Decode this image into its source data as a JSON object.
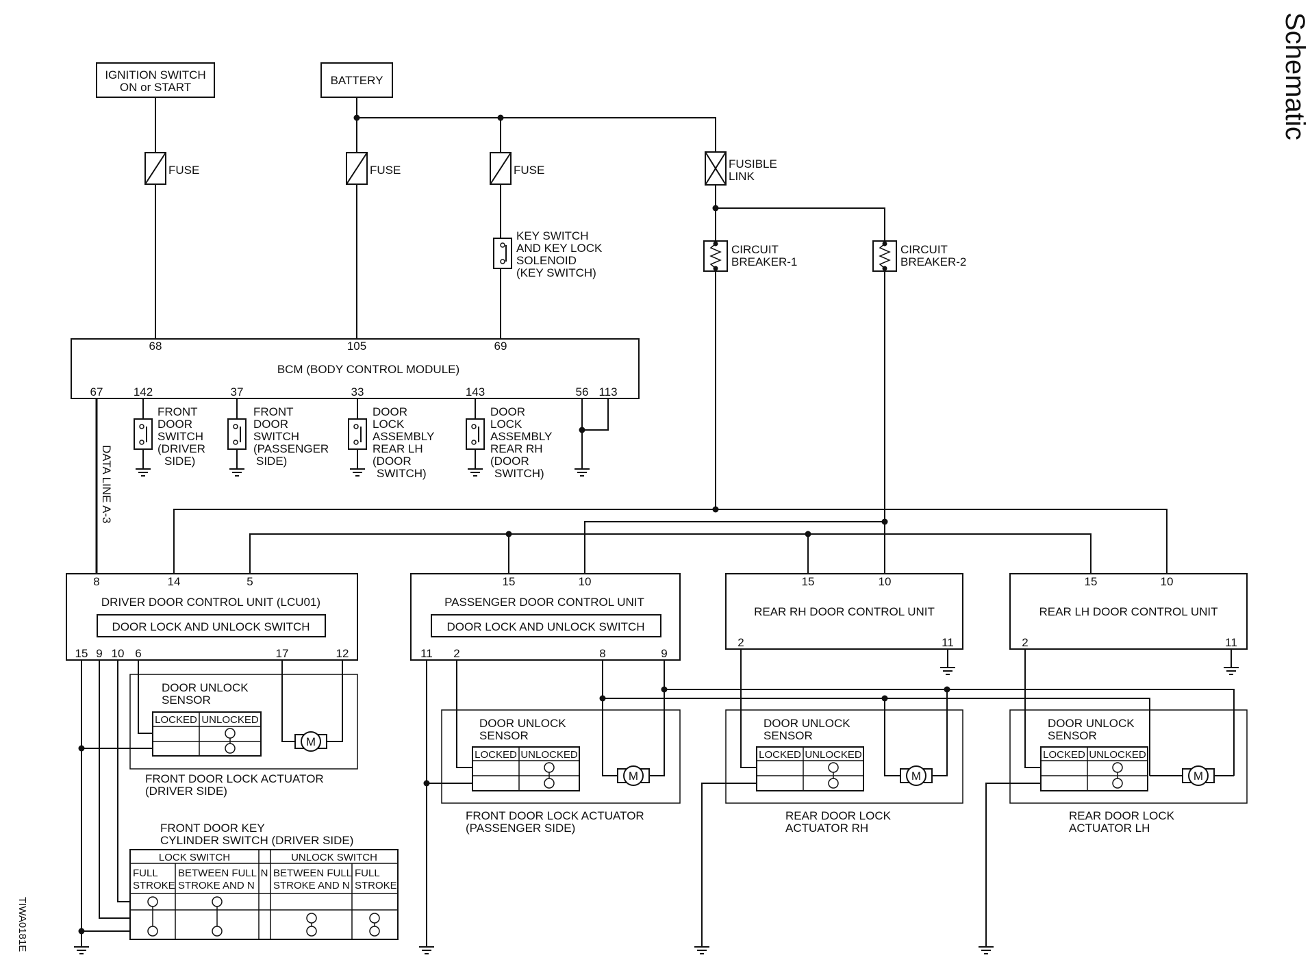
{
  "title": "Schematic",
  "figure_id": "TIWA0181E",
  "power": {
    "ignition_line1": "IGNITION SWITCH",
    "ignition_line2": "ON or START",
    "battery": "BATTERY"
  },
  "fuses": {
    "label": "FUSE",
    "fusible_link_1": "FUSIBLE",
    "fusible_link_2": "LINK"
  },
  "circuit_breakers": {
    "cb1_line1": "CIRCUIT",
    "cb1_line2": "BREAKER-1",
    "cb2_line1": "CIRCUIT",
    "cb2_line2": "BREAKER-2"
  },
  "key_switch": [
    "KEY SWITCH",
    "AND KEY LOCK",
    "SOLENOID",
    "(KEY SWITCH)"
  ],
  "bcm": {
    "name": "BCM (BODY CONTROL MODULE)",
    "pins_top": [
      "68",
      "105",
      "69"
    ],
    "pins_bottom": [
      "67",
      "142",
      "37",
      "33",
      "143",
      "56",
      "113"
    ]
  },
  "bcm_switches": {
    "driver": [
      "FRONT",
      "DOOR",
      "SWITCH",
      "(DRIVER",
      "SIDE)"
    ],
    "passenger": [
      "FRONT",
      "DOOR",
      "SWITCH",
      "(PASSENGER",
      "SIDE)"
    ],
    "rear_lh": [
      "DOOR",
      "LOCK",
      "ASSEMBLY",
      "REAR LH",
      "(DOOR",
      "SWITCH)"
    ],
    "rear_rh": [
      "DOOR",
      "LOCK",
      "ASSEMBLY",
      "REAR RH",
      "(DOOR",
      "SWITCH)"
    ]
  },
  "data_line": "DATA LINE A-3",
  "control_units": {
    "driver": {
      "name": "DRIVER DOOR CONTROL UNIT (LCU01)",
      "switch": "DOOR LOCK AND UNLOCK SWITCH",
      "pins_top": [
        "8",
        "14",
        "5"
      ],
      "pins_bottom": [
        "15",
        "9",
        "10",
        "6",
        "17",
        "12"
      ]
    },
    "passenger": {
      "name": "PASSENGER DOOR CONTROL UNIT",
      "switch": "DOOR LOCK AND UNLOCK SWITCH",
      "pins_top": [
        "15",
        "10"
      ],
      "pins_bottom": [
        "11",
        "2",
        "8",
        "9"
      ]
    },
    "rear_rh": {
      "name": "REAR RH DOOR CONTROL UNIT",
      "pins_top": [
        "15",
        "10"
      ],
      "pins_bottom": [
        "2",
        "11"
      ]
    },
    "rear_lh": {
      "name": "REAR LH DOOR CONTROL UNIT",
      "pins_top": [
        "15",
        "10"
      ],
      "pins_bottom": [
        "2",
        "11"
      ]
    }
  },
  "sensor": {
    "line1": "DOOR UNLOCK",
    "line2": "SENSOR",
    "locked": "LOCKED",
    "unlocked": "UNLOCKED"
  },
  "actuators": {
    "driver": [
      "FRONT DOOR LOCK ACTUATOR",
      "(DRIVER SIDE)"
    ],
    "passenger": [
      "FRONT DOOR LOCK ACTUATOR",
      "(PASSENGER SIDE)"
    ],
    "rear_rh": [
      "REAR DOOR LOCK",
      "ACTUATOR RH"
    ],
    "rear_lh": [
      "REAR DOOR LOCK",
      "ACTUATOR LH"
    ]
  },
  "motor_symbol": "M",
  "key_cylinder": {
    "title1": "FRONT DOOR KEY",
    "title2": "CYLINDER SWITCH (DRIVER SIDE)",
    "lock_switch": "LOCK SWITCH",
    "unlock_switch": "UNLOCK SWITCH",
    "n": "N",
    "full1": "FULL",
    "full2": "STROKE",
    "between1": "BETWEEN FULL",
    "between2": "STROKE AND N"
  }
}
